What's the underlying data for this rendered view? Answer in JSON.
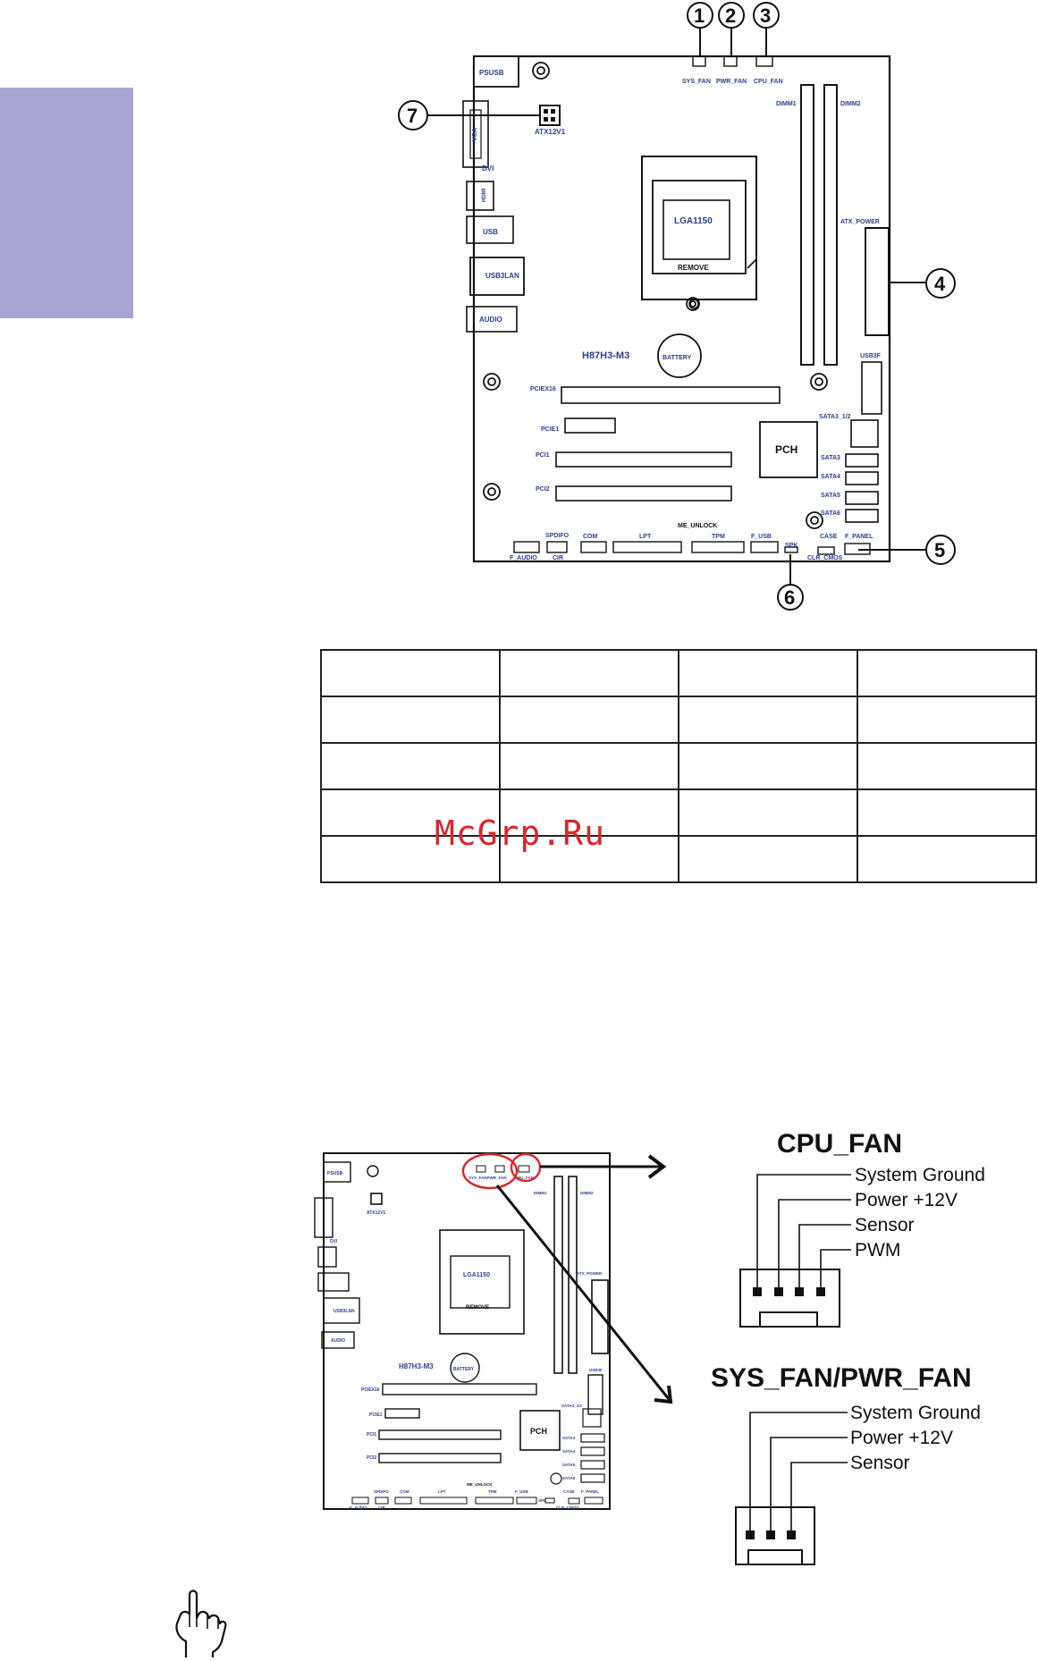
{
  "top_board": {
    "labels": {
      "psusb": "PSUSB",
      "atx12v1": "ATX12V1",
      "vga": "VGA",
      "dvi": "DVI",
      "hdmi": "HDMI",
      "usb": "USB",
      "usb3lan": "USB3LAN",
      "audio": "AUDIO",
      "sys_fan": "SYS_FAN",
      "pwr_fan": "PWR_FAN",
      "cpu_fan": "CPU_FAN",
      "dimm1": "DIMM1",
      "dimm2": "DIMM2",
      "lga": "LGA1150",
      "remove": "REMOVE",
      "atx_power": "ATX_POWER",
      "model": "H87H3-M3",
      "battery": "BATTERY",
      "usb3f": "USB3F",
      "pciex16": "PCIEX16",
      "pcie1": "PCIE1",
      "pci1": "PCI1",
      "pci2": "PCI2",
      "pch": "PCH",
      "sata3_12": "SATA3_1/2",
      "sata3": "SATA3",
      "sata4": "SATA4",
      "sata5": "SATA5",
      "sata6": "SATA6",
      "spdifo": "SPDIFO",
      "com": "COM",
      "lpt": "LPT",
      "me_unlock": "ME_UNLOCK",
      "tpm": "TPM",
      "f_usb": "F_USB",
      "spk": "SPK",
      "case": "CASE",
      "f_panel": "F_PANEL",
      "f_audio": "F_AUDIO",
      "cir": "CIR",
      "clr_cmos": "CLR_CMOS"
    },
    "callouts": [
      "1",
      "2",
      "3",
      "4",
      "5",
      "6",
      "7"
    ]
  },
  "table": {
    "rows": [
      [
        "",
        "",
        "",
        ""
      ],
      [
        "",
        "",
        "",
        ""
      ],
      [
        "",
        "",
        "",
        ""
      ],
      [
        "",
        "",
        "",
        ""
      ],
      [
        "",
        "",
        "",
        ""
      ]
    ]
  },
  "watermark": "McGrp.Ru",
  "bottom_board": {
    "labels": {
      "psusb": "PSUSB",
      "atx12v1": "ATX12V1",
      "dvi": "DVI",
      "usb3lan": "USB3LAN",
      "audio": "AUDIO",
      "sys_pwr_fan": "SYS_FANPWR_FAN",
      "cpu_fan": "CPU_FAN",
      "dimm1": "DIMM1",
      "dimm2": "DIMM2",
      "lga": "LGA1150",
      "remove": "REMOVE",
      "atx_power": "ATX_POWER",
      "model": "H87H3-M3",
      "battery": "BATTERY",
      "usb3f": "USB3F",
      "pciex16": "PCIEX16",
      "pcie1": "PCIE1",
      "pci1": "PCI1",
      "pci2": "PCI2",
      "pch": "PCH",
      "sata3_12": "SATA3_1/2",
      "sata3": "SATA3",
      "sata4": "SATA4",
      "sata5": "SATA5",
      "sata6": "SATA6",
      "me_unlock": "ME_UNLOCK",
      "spdifo": "SPDIFO",
      "com": "COM",
      "lpt": "LPT",
      "tpm": "TPM",
      "f_usb": "F_USB",
      "spk": "SPK",
      "case": "CASE",
      "f_panel": "F_PANEL",
      "f_audio": "F_AUDIO",
      "cir": "CIR",
      "clr_cmos": "CLR_CMOS"
    }
  },
  "cpu_fan_pinout": {
    "title": "CPU_FAN",
    "pins": [
      "System Ground",
      "Power +12V",
      "Sensor",
      "PWM"
    ]
  },
  "sys_fan_pinout": {
    "title": "SYS_FAN/PWR_FAN",
    "pins": [
      "System Ground",
      "Power +12V",
      "Sensor"
    ]
  },
  "colors": {
    "side_tab": "#a7a5d2",
    "board_label": "#2b3f8e",
    "highlight": "#d8262b",
    "watermark": "#d8262b"
  },
  "icons": [
    "pointing-hand-icon"
  ]
}
